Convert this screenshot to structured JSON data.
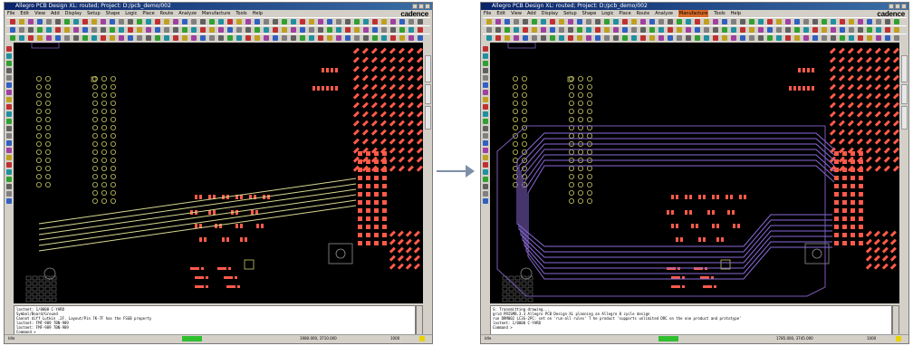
{
  "arrow_color": "#7f8fa6",
  "windows": {
    "left": {
      "title": "Allegro PCB Design XL: routed; Project: D:/pcb_demo/002",
      "menu": [
        "File",
        "Edit",
        "View",
        "Add",
        "Display",
        "Setup",
        "Shape",
        "Logic",
        "Place",
        "Route",
        "Analyze",
        "Manufacture",
        "Tools",
        "Help"
      ],
      "active_menu": "",
      "brand": "cadence",
      "console_lines": [
        "lastnet: 1/0000  C-YARD",
        "Symbol/Board/Ground",
        "Cannot diff Lutkin .2F. Layout/Pin 7K-7F has the FSGB property",
        "lastnet: FMF-989 7BN-989",
        "lastnet: FMF-989 7BN-989",
        "Command >"
      ],
      "status_left": "Idle",
      "status_coords": "1980.000, 3710.000",
      "status_zoom": "1000"
    },
    "right": {
      "title": "Allegro PCB Design XL: routed; Project: D:/pcb_demo/002",
      "menu": [
        "File",
        "Edit",
        "View",
        "Add",
        "Display",
        "Setup",
        "Shape",
        "Logic",
        "Place",
        "Route",
        "Analyze",
        "Manufacture",
        "Tools",
        "Help"
      ],
      "active_menu": "Manufacture",
      "brand": "cadence",
      "console_lines": [
        "S: Transmitting drawing...",
        "grid PRISMB.3.3 Allegro PCB Design XL planning an Allegro 8 cycle design",
        "run DRM002 LC3G-2PC: set on 'run-all rules'  T he product 'supports unlimited DRC on the one product and prototype'",
        "lastnet: 1/0000  C-YARD",
        "Command >"
      ],
      "status_left": "Idle",
      "status_coords": "1785.000, 3745.000",
      "status_zoom": "1000"
    }
  },
  "colors": {
    "canvas_bg": "#000000",
    "pad_yellow": "#c8c864",
    "pad_red": "#ff5a4a",
    "trace_yellow": "#d8d890",
    "trace_purple": "#8a6ad8",
    "outline_purple": "#7a5ab8"
  }
}
